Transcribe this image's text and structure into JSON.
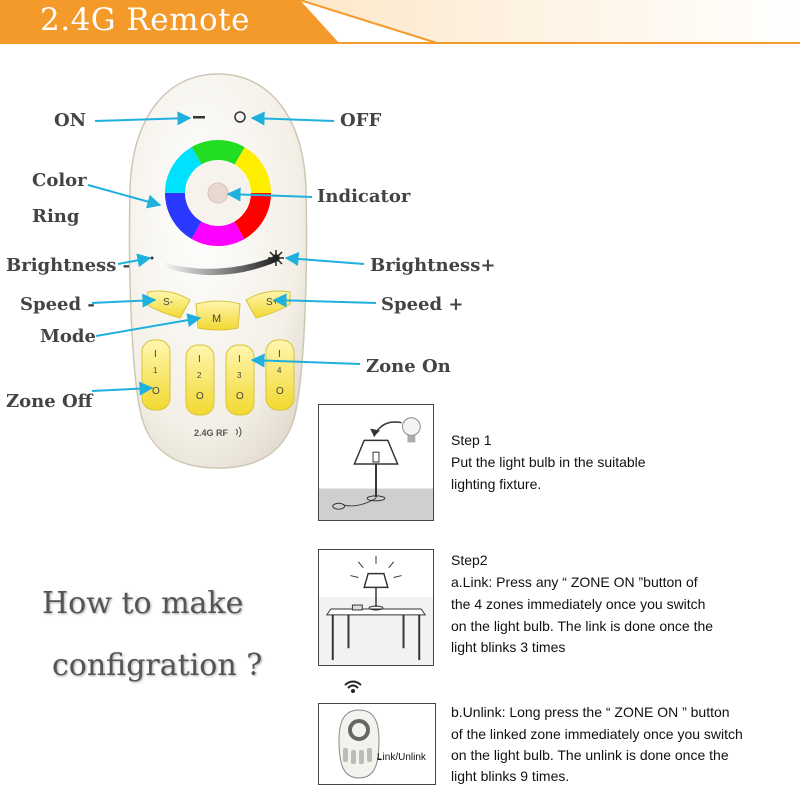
{
  "banner": {
    "title": "2.4G Remote",
    "accent_color": "#f39a2a"
  },
  "remote": {
    "brand": "2.4G RF",
    "on_symbol": "–",
    "off_symbol": "○",
    "speed_minus": "S-",
    "speed_plus": "S+",
    "mode": "M",
    "zones": [
      {
        "on": "I",
        "number": "1",
        "off": "O"
      },
      {
        "on": "I",
        "number": "2",
        "off": "O"
      },
      {
        "on": "I",
        "number": "3",
        "off": "O"
      },
      {
        "on": "I",
        "number": "4",
        "off": "O"
      }
    ]
  },
  "labels": {
    "on": "ON",
    "off": "OFF",
    "color_line1": "Color",
    "color_line2": "Ring",
    "indicator": "Indicator",
    "brightness_minus": "Brightness -",
    "brightness_plus": "Brightness+",
    "speed_minus": "Speed -",
    "speed_plus": "Speed +",
    "mode": "Mode",
    "zone_on": "Zone On",
    "zone_off": "Zone Off"
  },
  "steps": {
    "step1": {
      "title": "Step 1",
      "lines": [
        "Put the light bulb in the suitable",
        "lighting fixture."
      ]
    },
    "step2": {
      "title": "Step2",
      "link_lines": [
        "a.Link: Press any “ ZONE ON ”button of",
        "the 4 zones immediately once you switch",
        "on the light bulb. The link is done once the",
        " light blinks 3 times"
      ],
      "unlink_lines": [
        "b.Unlink: Long press the “ ZONE ON ” button",
        "of the linked zone immediately once you switch",
        "on the light bulb. The unlink is done once the",
        "light blinks 9 times."
      ],
      "link_unlink_label": "Link/Unlink"
    }
  },
  "howto": {
    "line1": "How to make",
    "line2": "configration ?"
  }
}
